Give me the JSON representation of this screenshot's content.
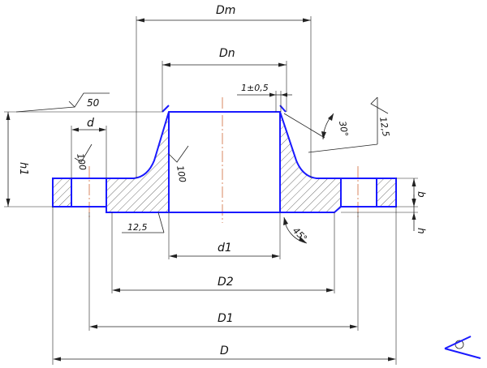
{
  "labels": {
    "dm": "Dm",
    "dn": "Dn",
    "tol": "1±0,5",
    "rough50": "50",
    "d": "d",
    "h1": "h1",
    "rough100_left": "100",
    "rough100_bore": "100",
    "rough12_5_left": "12,5",
    "angle30": "30°",
    "rough12_5_right": "12,5",
    "b": "b",
    "h": "h",
    "angle45": "45°",
    "d1": "d1",
    "d2": "D2",
    "d1cap": "D1",
    "D": "D"
  },
  "colors": {
    "contour": "#1a1aff",
    "axis": "#d06a3a",
    "dimension": "#222222"
  }
}
